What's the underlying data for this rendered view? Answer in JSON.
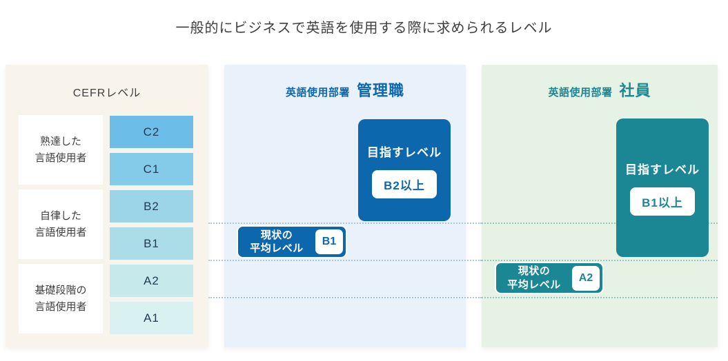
{
  "title": "一般的にビジネスで英語を使用する際に求められるレベル",
  "cefr": {
    "header": "CEFRレベル",
    "groups": [
      {
        "line1": "熟達した",
        "line2": "言語使用者"
      },
      {
        "line1": "自律した",
        "line2": "言語使用者"
      },
      {
        "line1": "基礎段階の",
        "line2": "言語使用者"
      }
    ],
    "levels": [
      {
        "label": "C2",
        "color": "#6cbee9"
      },
      {
        "label": "C1",
        "color": "#84cae9"
      },
      {
        "label": "B2",
        "color": "#9dd5e8"
      },
      {
        "label": "B1",
        "color": "#aadde7"
      },
      {
        "label": "A2",
        "color": "#c6e9ec"
      },
      {
        "label": "A1",
        "color": "#d9f1f0"
      }
    ],
    "panel_bg": "#f8f3eb"
  },
  "manager": {
    "dept_label": "英語使用部署",
    "role": "管理職",
    "target_label": "目指すレベル",
    "target_value": "B2以上",
    "current_line1": "現状の",
    "current_line2": "平均レベル",
    "current_value": "B1",
    "accent": "#0d67ad",
    "panel_bg": "#e9f1fa"
  },
  "staff": {
    "dept_label": "英語使用部署",
    "role": "社員",
    "target_label": "目指すレベル",
    "target_value": "B1以上",
    "current_line1": "現状の",
    "current_line2": "平均レベル",
    "current_value": "A2",
    "accent": "#1b8795",
    "panel_bg": "#e5f2e4"
  },
  "grid": {
    "line_color_blue": "#a9c6d8",
    "line_color_teal": "#99c6c0"
  }
}
